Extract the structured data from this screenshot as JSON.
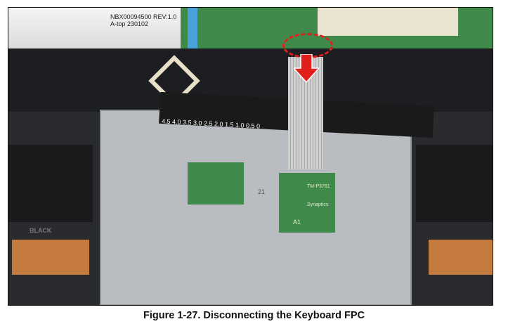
{
  "figure": {
    "caption": "Figure 1-27.   Disconnecting the Keyboard FPC",
    "photo_labels": {
      "battery_part": "NBX00094500 REV:1.0",
      "battery_date": "A-top 230102",
      "scale_marks": "4.5 4.0 3.5 3.0 2.5 2.0 1.5 1.0 0.5 0",
      "touchpad_number": "21",
      "touchpad_brand": "Synaptics",
      "touchpad_model": "TM-P3761",
      "touchpad_rev": "A1",
      "left_chassis_mark": "BLACK"
    },
    "colors": {
      "highlight": "#e0201c",
      "board": "#3f8a4a",
      "chassis": "#b9bcc0"
    }
  }
}
